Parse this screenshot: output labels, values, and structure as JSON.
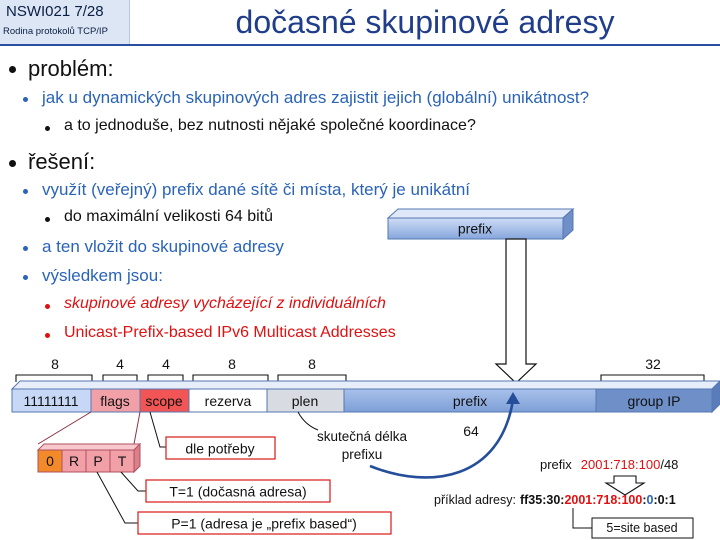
{
  "header": {
    "course": "NSWI021   7/28",
    "subtitle": "Rodina protokolů TCP/IP",
    "title": "dočasné skupinové adresy"
  },
  "bullets": {
    "problem": "problém:",
    "problem_q": "jak u dynamických skupinových adres zajistit jejich (globální) unikátnost?",
    "problem_q2": "a to jednoduše, bez nutnosti nějaké společné koordinace?",
    "solution": "řešení:",
    "sol1": "využít (veřejný) prefix dané sítě či místa, který je unikátní",
    "sol1a": "do maximální velikosti 64 bitů",
    "sol2": "a ten vložit do skupinové adresy",
    "sol3": "výsledkem jsou:",
    "sol3a": "skupinové adresy vycházející z individuálních",
    "sol3b": "Unicast-Prefix-based IPv6 Multicast Addresses"
  },
  "diagram": {
    "prefix_box": "prefix",
    "bits": [
      "8",
      "4",
      "4",
      "8",
      "8",
      "64",
      "32"
    ],
    "fields": [
      "11111111",
      "flags",
      "scope",
      "rezerva",
      "plen",
      "prefix",
      "group IP"
    ],
    "flag_bits": [
      "0",
      "R",
      "P",
      "T"
    ],
    "note_scope": "dle potřeby",
    "note_t": "T=1 (dočasná adresa)",
    "note_p": "P=1 (adresa je „prefix based“)",
    "plen_note_1": "skutečná délka",
    "plen_note_2": "prefixu",
    "example_prefix_label": "prefix",
    "example_prefix_value": "2001:718:100",
    "example_prefix_len": "/48",
    "example_label": "příklad adresy:",
    "ex_a": "ff35:30:",
    "ex_b": "2001:718:100",
    "ex_c": ":",
    "ex_d": "0",
    "ex_e": ":0:1",
    "site_note": "5=site based"
  },
  "colors": {
    "accent": "#2a63b8",
    "red": "#e01010",
    "flags_fill": "#f2a0a8",
    "scope_fill": "#f25555",
    "prefix_fill": "#8fb0e3",
    "group_fill": "#6f8fc9"
  }
}
